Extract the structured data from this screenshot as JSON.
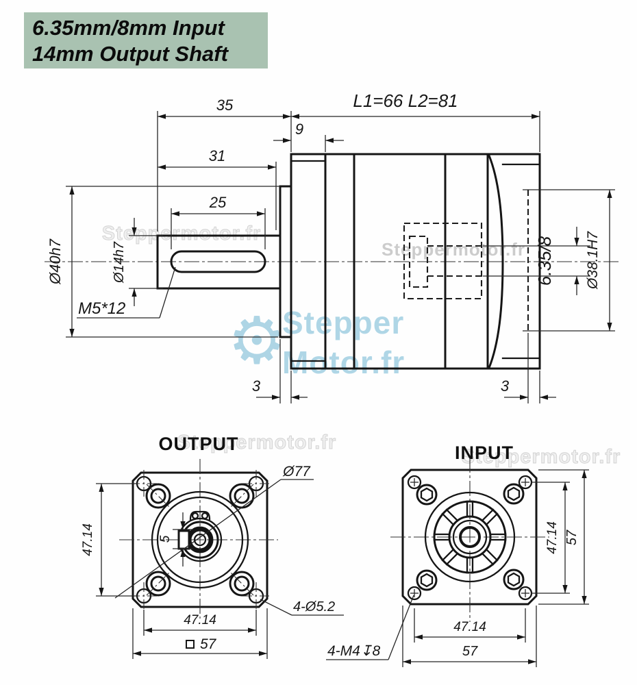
{
  "banner": {
    "line1": "6.35mm/8mm Input",
    "line2": "14mm Output Shaft"
  },
  "colors": {
    "banner_bg": "#a9c2b1",
    "highlight_red": "#d40000"
  },
  "side_view": {
    "dim_35": "35",
    "dim_31": "31",
    "dim_25": "25",
    "dim_9": "9",
    "length_label": "L1=66 L2=81",
    "output_boss_dia": "Ø40h7",
    "output_shaft_dia": "Ø14h7",
    "tapped_hole": "M5*12",
    "dim_3_left": "3",
    "dim_3_right": "3",
    "input_bore": "6.35/8",
    "pilot_dia": "Ø38.1H7"
  },
  "output_view": {
    "title": "OUTPUT",
    "dim_vertical": "47.14",
    "dim_horizontal": "47.14",
    "square_size": "57",
    "pilot_dia": "Ø77",
    "mount_holes": "4-Ø5.2",
    "key_width": "5"
  },
  "input_view": {
    "title": "INPUT",
    "dim_vertical": "47.14",
    "dim_horizontal": "47.14",
    "square_size_right": "57",
    "square_size_bottom": "57",
    "mount_holes": "4-M4↧8"
  },
  "watermarks": {
    "site": "Steppermotor.fr",
    "logo_top": "Stepper",
    "logo_bottom": "Motor.fr",
    "gear_glyph": "⚙"
  }
}
